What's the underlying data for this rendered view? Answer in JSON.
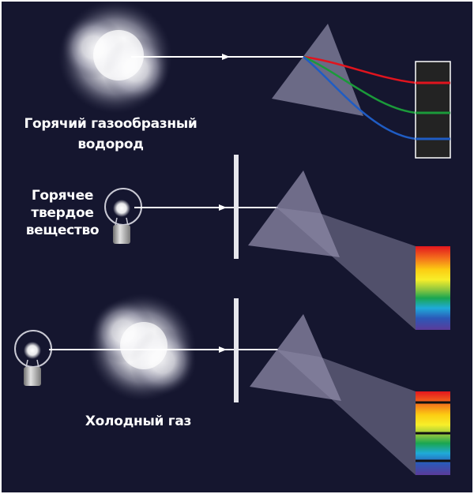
{
  "labels": {
    "hot_gas_line1": "Горячий газообразный",
    "hot_gas_line2": "водород",
    "hot_solid_line1": "Горячее",
    "hot_solid_line2": "твердое",
    "hot_solid_line3": "вещество",
    "cold_gas": "Холодный газ"
  },
  "colors": {
    "background": "#15162f",
    "frame": "#ffffff",
    "prism": "#8e8aa8",
    "beam": "#ffffff",
    "line_red": "#e0141e",
    "line_green": "#1b9a3a",
    "line_blue": "#1f5cc4",
    "emission_panel": "#232323",
    "absorption_line": "#111111"
  },
  "icons": [
    "glowing-gas-cloud",
    "light-bulb",
    "slit-bar",
    "prism",
    "spectrum-strip"
  ]
}
